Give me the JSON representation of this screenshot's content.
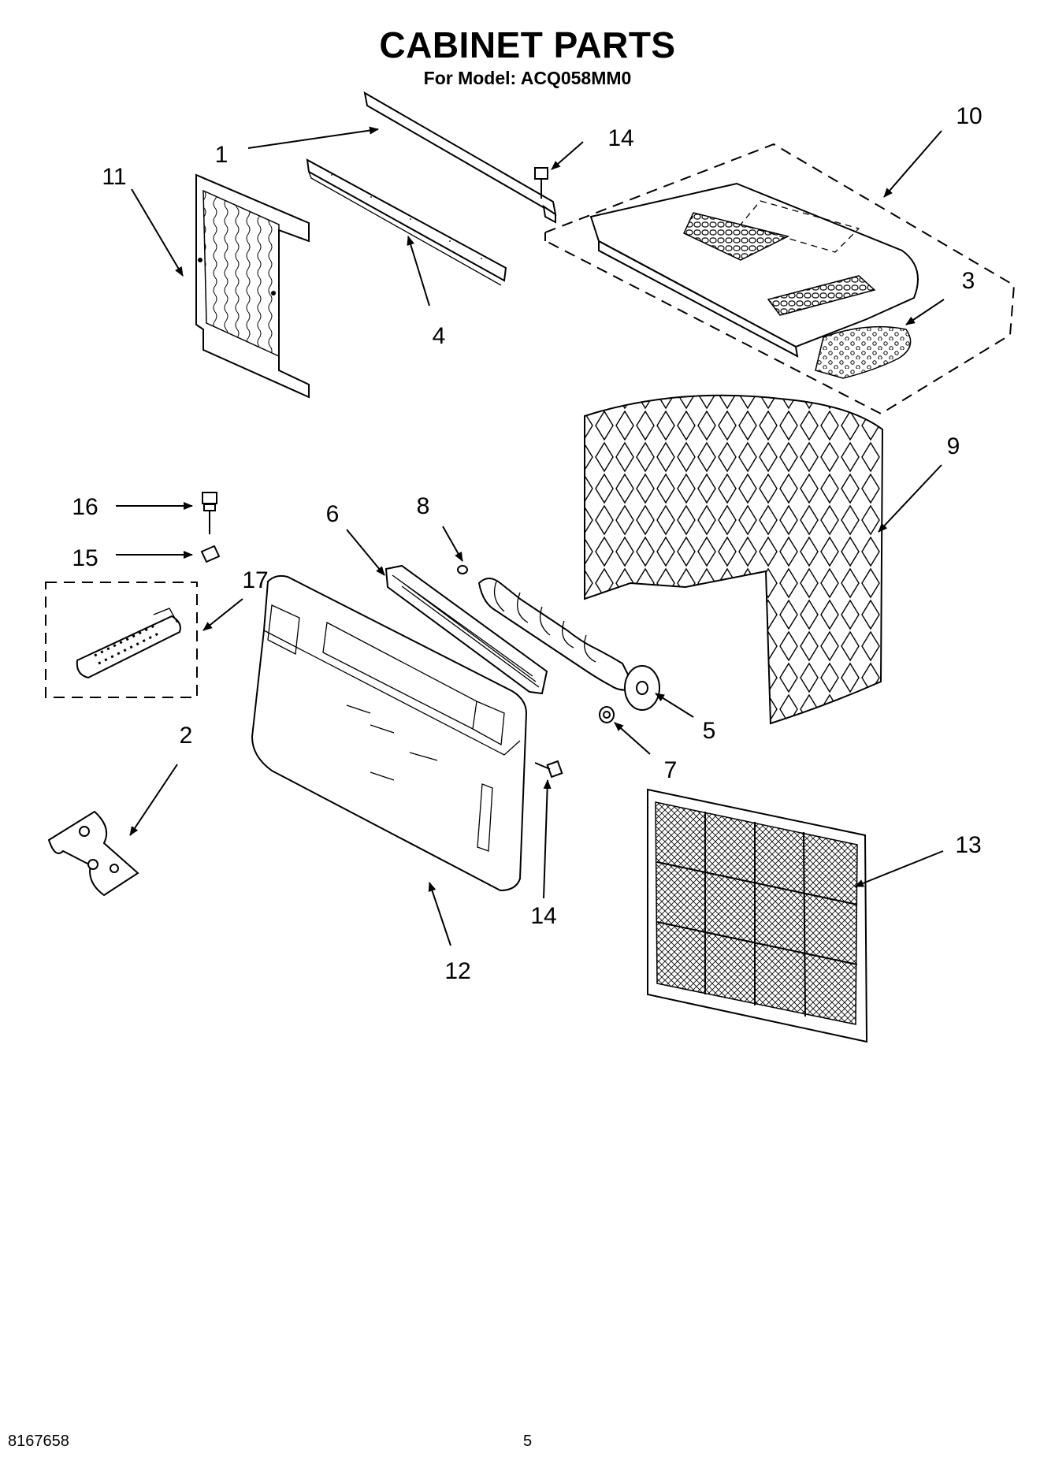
{
  "header": {
    "title": "CABINET PARTS",
    "subtitle": "For Model: ACQ058MM0"
  },
  "callouts": [
    "1",
    "2",
    "3",
    "4",
    "5",
    "6",
    "7",
    "8",
    "9",
    "10",
    "11",
    "12",
    "13",
    "14",
    "14",
    "15",
    "16",
    "17"
  ],
  "footer": {
    "doc_number": "8167658",
    "page_number": "5"
  }
}
